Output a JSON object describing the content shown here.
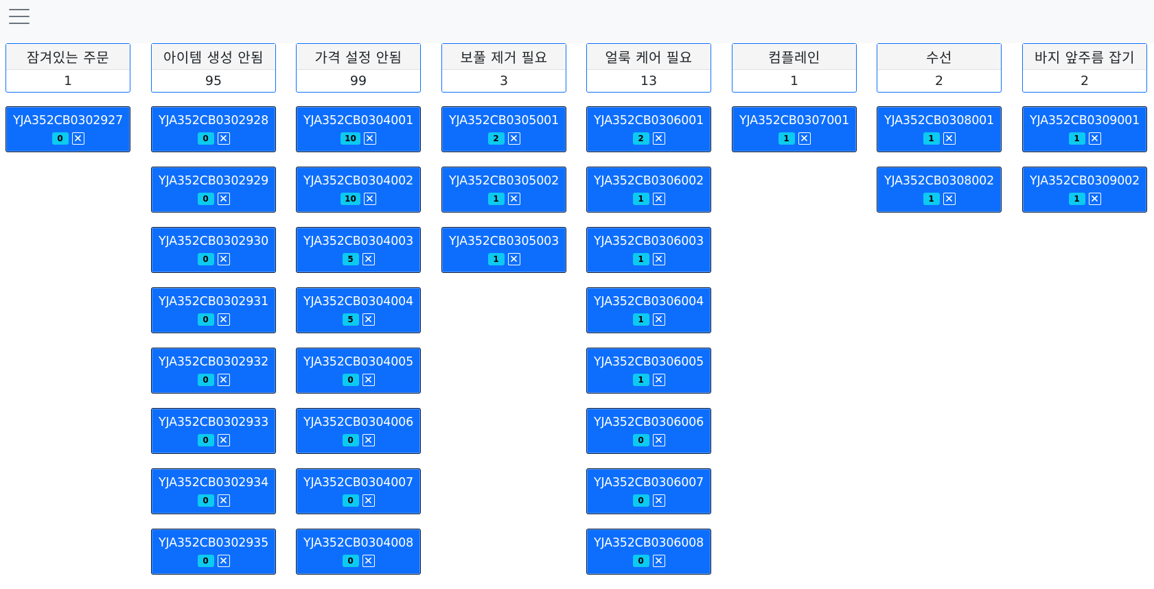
{
  "navbar": {
    "menu_icon": "hamburger-menu-icon"
  },
  "columns": [
    {
      "title": "잠겨있는 주문",
      "count": "1",
      "cards": [
        {
          "id": "YJA352CB0302927",
          "badge": "0"
        }
      ]
    },
    {
      "title": "아이템 생성 안됨",
      "count": "95",
      "cards": [
        {
          "id": "YJA352CB0302928",
          "badge": "0"
        },
        {
          "id": "YJA352CB0302929",
          "badge": "0"
        },
        {
          "id": "YJA352CB0302930",
          "badge": "0"
        },
        {
          "id": "YJA352CB0302931",
          "badge": "0"
        },
        {
          "id": "YJA352CB0302932",
          "badge": "0"
        },
        {
          "id": "YJA352CB0302933",
          "badge": "0"
        },
        {
          "id": "YJA352CB0302934",
          "badge": "0"
        },
        {
          "id": "YJA352CB0302935",
          "badge": "0"
        }
      ]
    },
    {
      "title": "가격 설정 안됨",
      "count": "99",
      "cards": [
        {
          "id": "YJA352CB0304001",
          "badge": "10"
        },
        {
          "id": "YJA352CB0304002",
          "badge": "10"
        },
        {
          "id": "YJA352CB0304003",
          "badge": "5"
        },
        {
          "id": "YJA352CB0304004",
          "badge": "5"
        },
        {
          "id": "YJA352CB0304005",
          "badge": "0"
        },
        {
          "id": "YJA352CB0304006",
          "badge": "0"
        },
        {
          "id": "YJA352CB0304007",
          "badge": "0"
        },
        {
          "id": "YJA352CB0304008",
          "badge": "0"
        }
      ]
    },
    {
      "title": "보풀 제거 필요",
      "count": "3",
      "cards": [
        {
          "id": "YJA352CB0305001",
          "badge": "2"
        },
        {
          "id": "YJA352CB0305002",
          "badge": "1"
        },
        {
          "id": "YJA352CB0305003",
          "badge": "1"
        }
      ]
    },
    {
      "title": "얼룩 케어 필요",
      "count": "13",
      "cards": [
        {
          "id": "YJA352CB0306001",
          "badge": "2"
        },
        {
          "id": "YJA352CB0306002",
          "badge": "1"
        },
        {
          "id": "YJA352CB0306003",
          "badge": "1"
        },
        {
          "id": "YJA352CB0306004",
          "badge": "1"
        },
        {
          "id": "YJA352CB0306005",
          "badge": "1"
        },
        {
          "id": "YJA352CB0306006",
          "badge": "0"
        },
        {
          "id": "YJA352CB0306007",
          "badge": "0"
        },
        {
          "id": "YJA352CB0306008",
          "badge": "0"
        }
      ]
    },
    {
      "title": "컴플레인",
      "count": "1",
      "cards": [
        {
          "id": "YJA352CB0307001",
          "badge": "1"
        }
      ]
    },
    {
      "title": "수선",
      "count": "2",
      "cards": [
        {
          "id": "YJA352CB0308001",
          "badge": "1"
        },
        {
          "id": "YJA352CB0308002",
          "badge": "1"
        }
      ]
    },
    {
      "title": "바지 앞주름 잡기",
      "count": "2",
      "cards": [
        {
          "id": "YJA352CB0309001",
          "badge": "1"
        },
        {
          "id": "YJA352CB0309002",
          "badge": "1"
        }
      ]
    }
  ],
  "icons": {
    "card_close": "close-icon"
  },
  "colors": {
    "card_bg": "#0d6efd",
    "badge_bg": "#0dcaf0",
    "header_border": "#0d6efd",
    "topbar_bg": "#f8f9fa"
  }
}
